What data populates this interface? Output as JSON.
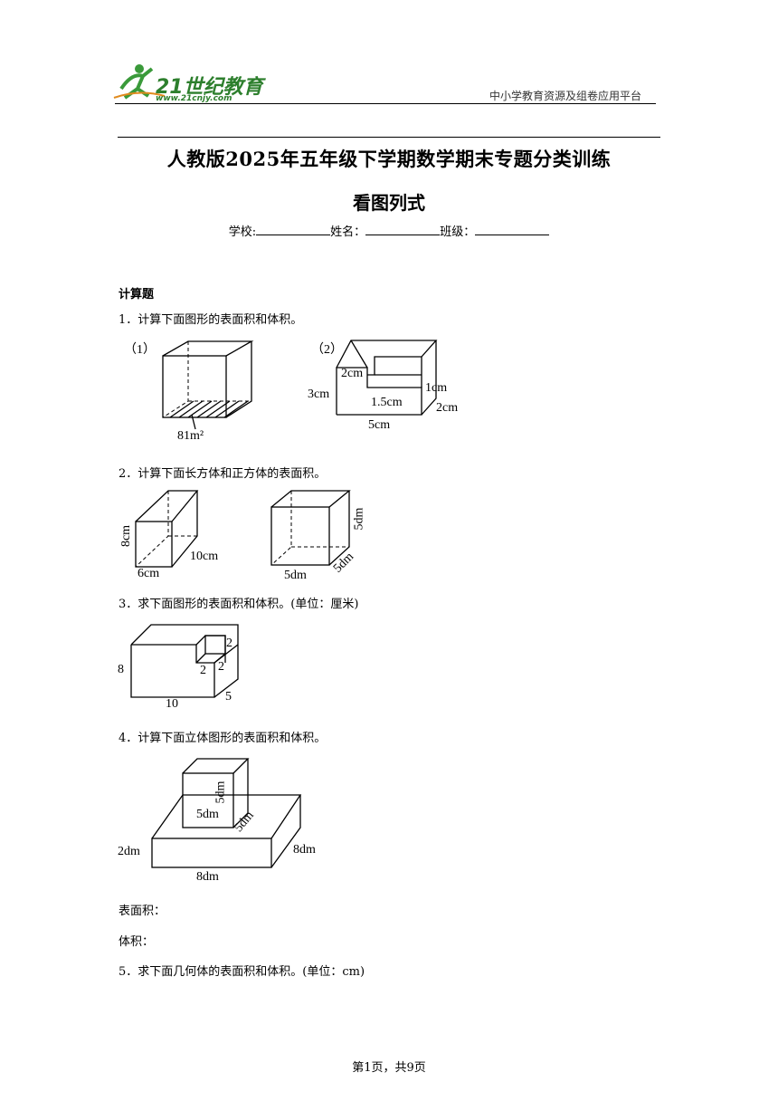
{
  "header": {
    "logo_main": "21世纪教育",
    "logo_sub": "www.21cnjy.com",
    "platform": "中小学教育资源及组卷应用平台"
  },
  "title": "人教版2025年五年级下学期数学期末专题分类训练",
  "subtitle": "看图列式",
  "fields": {
    "school": "学校:",
    "name": "姓名：",
    "class": "班级："
  },
  "section": "计算题",
  "questions": [
    {
      "text": "1．计算下面图形的表面积和体积。"
    },
    {
      "text": "2．计算下面长方体和正方体的表面积。"
    },
    {
      "text": "3．求下面图形的表面积和体积。(单位：厘米)"
    },
    {
      "text": "4．计算下面立体图形的表面积和体积。"
    },
    {
      "text": "5．求下面几何体的表面积和体积。(单位：cm)"
    }
  ],
  "q1": {
    "label1": "（1）",
    "area": "81m²",
    "label2": "（2）",
    "d1": "2cm",
    "d2": "3cm",
    "d3": "1.5cm",
    "d4": "1cm",
    "d5": "2cm",
    "d6": "5cm"
  },
  "q2": {
    "h": "8cm",
    "w": "6cm",
    "l": "10cm",
    "c1": "5dm",
    "c2": "5dm",
    "c3": "5dm"
  },
  "q3": {
    "h": "8",
    "w": "10",
    "d": "5",
    "a": "2",
    "b": "2",
    "c": "2"
  },
  "q4": {
    "a": "5dm",
    "b": "5dm",
    "c": "5dm",
    "h": "2dm",
    "d": "8dm",
    "w": "8dm"
  },
  "answers": {
    "surface": "表面积：",
    "volume": "体积："
  },
  "footer": "第1页，共9页"
}
